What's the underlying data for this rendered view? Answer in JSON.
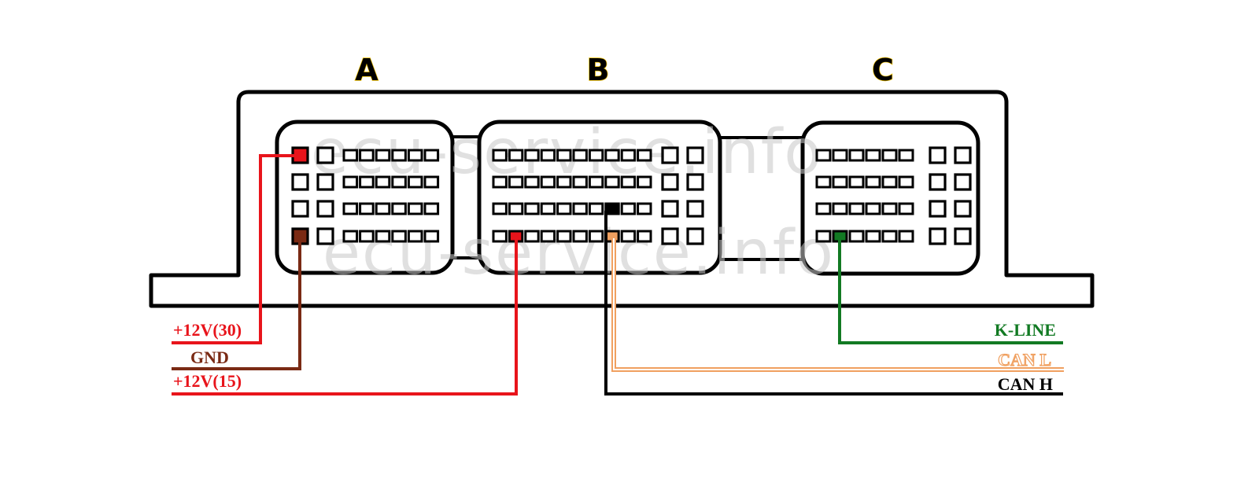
{
  "title": "ECU pinout connection diagram",
  "watermark": "ecu-service.info",
  "connectors": [
    {
      "id": "A",
      "label": "A",
      "rows": 4,
      "large_pins_per_row": 2,
      "small_pins_per_row": 6,
      "large_position": "left",
      "highlighted_pins": [
        {
          "row": 1,
          "position": "large-1",
          "signal": "+12V(30)",
          "color": "#e8141b"
        },
        {
          "row": 4,
          "position": "large-1",
          "signal": "GND",
          "color": "#7a2a14"
        }
      ]
    },
    {
      "id": "B",
      "label": "B",
      "rows": 4,
      "large_pins_per_row": 2,
      "small_pins_per_row": 10,
      "large_position": "right",
      "highlighted_pins": [
        {
          "row": 3,
          "position": "small-8",
          "signal": "CAN H",
          "color": "#000000"
        },
        {
          "row": 4,
          "position": "small-2",
          "signal": "+12V(15)",
          "color": "#e8141b"
        },
        {
          "row": 4,
          "position": "small-8",
          "signal": "CAN L",
          "color": "#f0a060"
        }
      ]
    },
    {
      "id": "C",
      "label": "C",
      "rows": 4,
      "large_pins_per_row": 2,
      "small_pins_per_row": 6,
      "large_position": "right",
      "highlighted_pins": [
        {
          "row": 4,
          "position": "small-2",
          "signal": "K-LINE",
          "color": "#127a23"
        }
      ]
    }
  ],
  "wires": [
    {
      "id": "plus12v30",
      "label": "+12V(30)",
      "color": "#e8141b",
      "side": "left",
      "connector": "A"
    },
    {
      "id": "gnd",
      "label": "GND",
      "color": "#7a2a14",
      "side": "left",
      "connector": "A"
    },
    {
      "id": "plus12v15",
      "label": "+12V(15)",
      "color": "#e8141b",
      "side": "left",
      "connector": "B"
    },
    {
      "id": "kline",
      "label": "K-LINE",
      "color": "#127a23",
      "side": "right",
      "connector": "C"
    },
    {
      "id": "canl",
      "label": "CAN L",
      "color": "#f0a060",
      "side": "right",
      "connector": "B",
      "style": "outline"
    },
    {
      "id": "canh",
      "label": "CAN H",
      "color": "#000000",
      "side": "right",
      "connector": "B"
    }
  ]
}
